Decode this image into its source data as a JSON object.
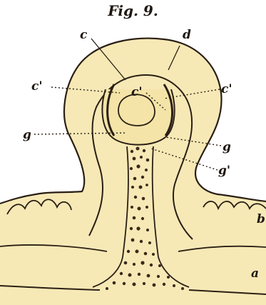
{
  "figure": {
    "title": "Fig. 9.",
    "colors": {
      "background": "#ffffff",
      "tissue": "#f6e9b6",
      "outline": "#2a1f14",
      "stipple": "#3a2a1a"
    },
    "labels": {
      "c": "c",
      "d": "d",
      "c_prime_inner": "c'",
      "c_prime_left": "c'",
      "c_prime_right": "c'",
      "g_left": "g",
      "g_right": "g",
      "g_prime": "g'",
      "b": "b",
      "a": "a"
    }
  }
}
